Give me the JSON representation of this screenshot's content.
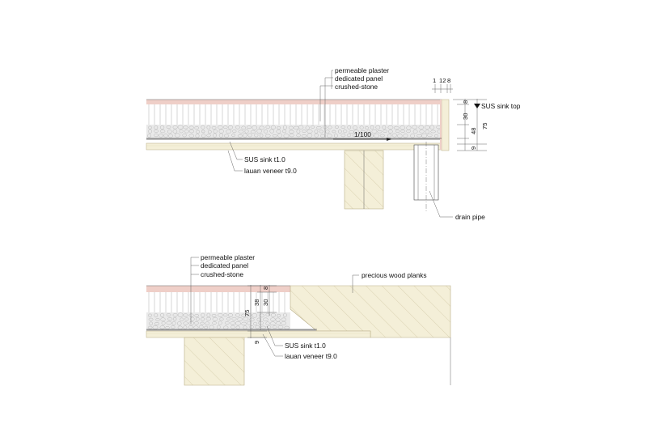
{
  "colors": {
    "plaster": "#efcfc8",
    "plaster_edge": "#b77f74",
    "panel": "#ffffff",
    "stone": "#e9e9e9",
    "wood": "#f4efd8",
    "wood_edge": "#b8ad86",
    "sink": "#bdbdbd",
    "line": "#222222"
  },
  "detail_top": {
    "labels": {
      "permeable_plaster": "permeable plaster",
      "dedicated_panel": "dedicated panel",
      "crushed_stone": "crushed-stone",
      "sus_sink": "SUS sink t1.0",
      "lauan_veneer": "lauan veneer t9.0",
      "drain_pipe": "drain pipe",
      "sus_sink_top": "SUS sink top",
      "slope": "1/100"
    },
    "dims": {
      "d1": "1",
      "d12": "12",
      "d8a": "8",
      "d8": "8",
      "d30": "30",
      "d48": "48",
      "d75": "75",
      "d9": "9"
    }
  },
  "detail_bottom": {
    "labels": {
      "permeable_plaster": "permeable plaster",
      "dedicated_panel": "dedicated panel",
      "crushed_stone": "crushed-stone",
      "precious_wood": "precious wood planks",
      "sus_sink": "SUS sink t1.0",
      "lauan_veneer": "lauan veneer t9.0"
    },
    "dims": {
      "d8": "8",
      "d38": "38",
      "d30": "30",
      "d75": "75",
      "d9": "9"
    }
  }
}
